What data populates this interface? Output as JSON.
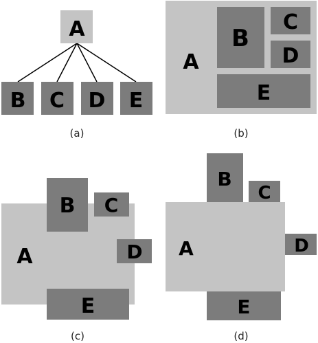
{
  "colors": {
    "light": "#c4c4c4",
    "dark": "#7c7c7c",
    "text": "#000000",
    "edge": "#000000"
  },
  "panel_a": {
    "caption": "(a)",
    "root": "A",
    "children": [
      "B",
      "C",
      "D",
      "E"
    ]
  },
  "panel_b": {
    "caption": "(b)",
    "labels": {
      "a": "A",
      "b": "B",
      "c": "C",
      "d": "D",
      "e": "E"
    }
  },
  "panel_c": {
    "caption": "(c)",
    "labels": {
      "a": "A",
      "b": "B",
      "c": "C",
      "d": "D",
      "e": "E"
    }
  },
  "panel_d": {
    "caption": "(d)",
    "labels": {
      "a": "A",
      "b": "B",
      "c": "C",
      "d": "D",
      "e": "E"
    }
  }
}
